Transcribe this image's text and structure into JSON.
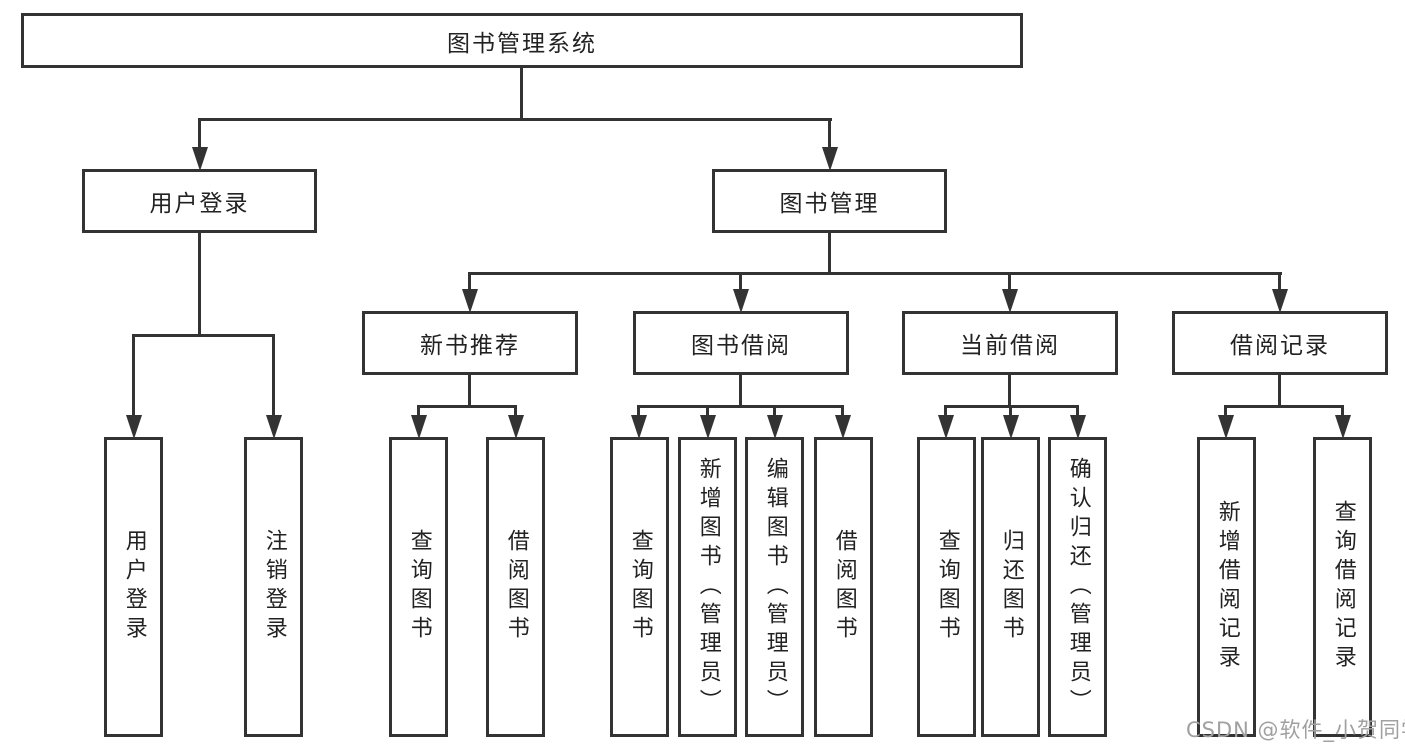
{
  "diagram": {
    "type": "org-tree",
    "root": {
      "label": "图书管理系统",
      "children": [
        {
          "label": "用户登录",
          "children": [
            {
              "label": "用户登录"
            },
            {
              "label": "注销登录"
            }
          ]
        },
        {
          "label": "图书管理",
          "children": [
            {
              "label": "新书推荐",
              "children": [
                {
                  "label": "查询图书"
                },
                {
                  "label": "借阅图书"
                }
              ]
            },
            {
              "label": "图书借阅",
              "children": [
                {
                  "label": "查询图书"
                },
                {
                  "label": "新增图书（管理员）"
                },
                {
                  "label": "编辑图书（管理员）"
                },
                {
                  "label": "借阅图书"
                }
              ]
            },
            {
              "label": "当前借阅",
              "children": [
                {
                  "label": "查询图书"
                },
                {
                  "label": "归还图书"
                },
                {
                  "label": "确认归还（管理员）"
                }
              ]
            },
            {
              "label": "借阅记录",
              "children": [
                {
                  "label": "新增借阅记录"
                },
                {
                  "label": "查询借阅记录"
                }
              ]
            }
          ]
        }
      ]
    },
    "colors": {
      "line": "#333333",
      "box_border": "#333333",
      "text": "#222222",
      "background": "#ffffff"
    }
  },
  "watermark": {
    "text": "CSDN @软件_小贺同学",
    "color": "#a0a0a0"
  }
}
